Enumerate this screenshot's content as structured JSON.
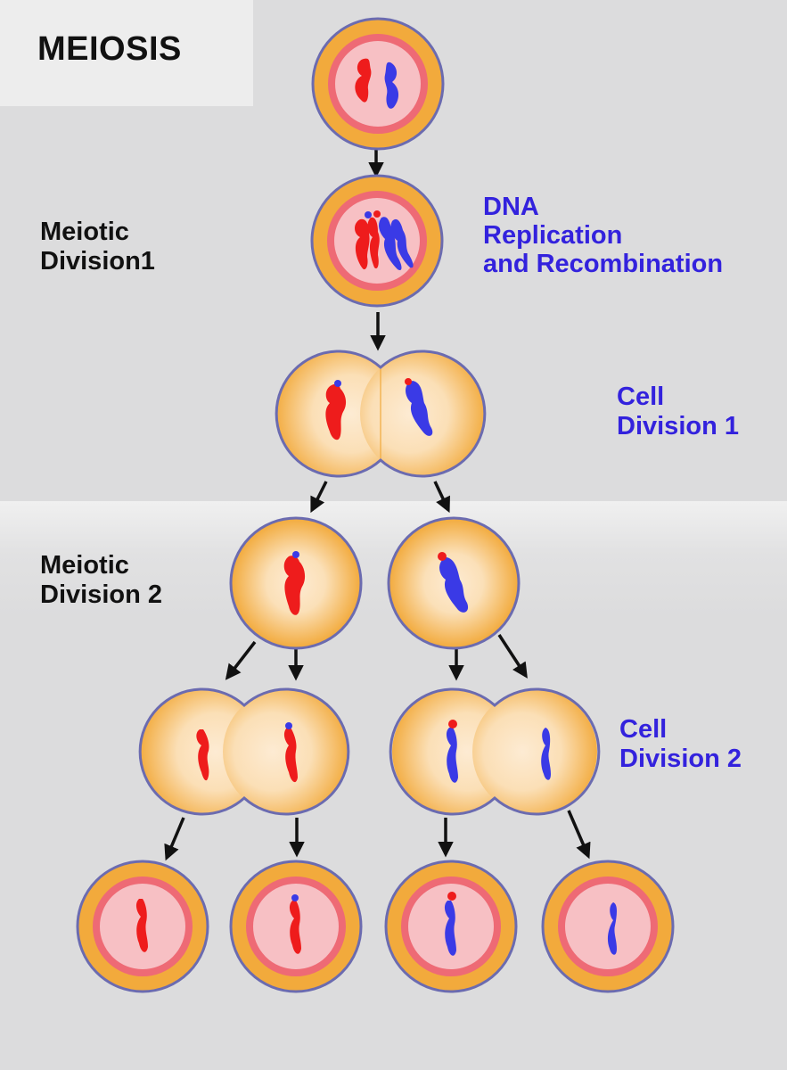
{
  "title": "MEIOSIS",
  "labels": {
    "meiotic_division_1": [
      "Meiotic",
      "Division1"
    ],
    "dna_replication": [
      "DNA",
      "Replication",
      "and Recombination"
    ],
    "cell_division_1": [
      "Cell",
      "Division 1"
    ],
    "meiotic_division_2": [
      "Meiotic",
      "Division 2"
    ],
    "cell_division_2": [
      "Cell",
      "Division 2"
    ]
  },
  "colors": {
    "cell_membrane": "#6b6bb0",
    "cytoplasm_outer": "#f2aa3c",
    "cytoplasm_inner": "#fdebd3",
    "nucleus": "#f7c0c4",
    "nuclear_ring": "#ee6a75",
    "chromosome_red": "#ee1c1c",
    "chromosome_blue": "#3a3ae6",
    "arrow": "#111111"
  }
}
